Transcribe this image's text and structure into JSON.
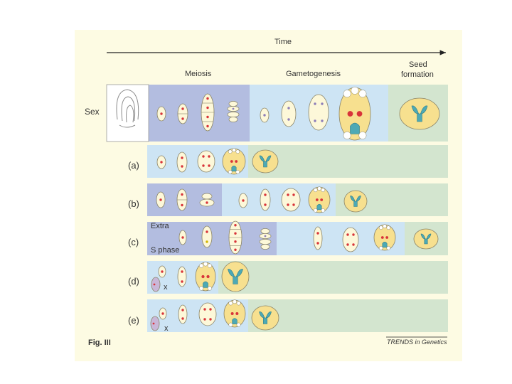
{
  "figure": {
    "label": "Fig. III",
    "credit": "TRENDS in Genetics",
    "time_label": "Time",
    "stage_headers": {
      "meiosis": "Meiosis",
      "gametogenesis": "Gametogenesis",
      "seed_line1": "Seed",
      "seed_line2": "formation"
    },
    "rows": [
      {
        "label": "Sex"
      },
      {
        "label": "(a)"
      },
      {
        "label": "(b)"
      },
      {
        "label": "(c)",
        "note_line1": "Extra",
        "note_line2": "S phase"
      },
      {
        "label": "(d)",
        "x_mark": "x"
      },
      {
        "label": "(e)",
        "x_mark": "x"
      }
    ]
  },
  "colors": {
    "panel_bg": "#fdfbe3",
    "meiosis": "#b3bde0",
    "gametogenesis": "#cde4f4",
    "seed": "#d3e5cf",
    "cell_fill": "#fdf8d9",
    "cell_stroke": "#8a8468",
    "sac_fill": "#f7e08f",
    "nucleus_red": "#d8343a",
    "nucleus_purple": "#8e7eb8",
    "embryo_teal": "#4da9b5"
  }
}
